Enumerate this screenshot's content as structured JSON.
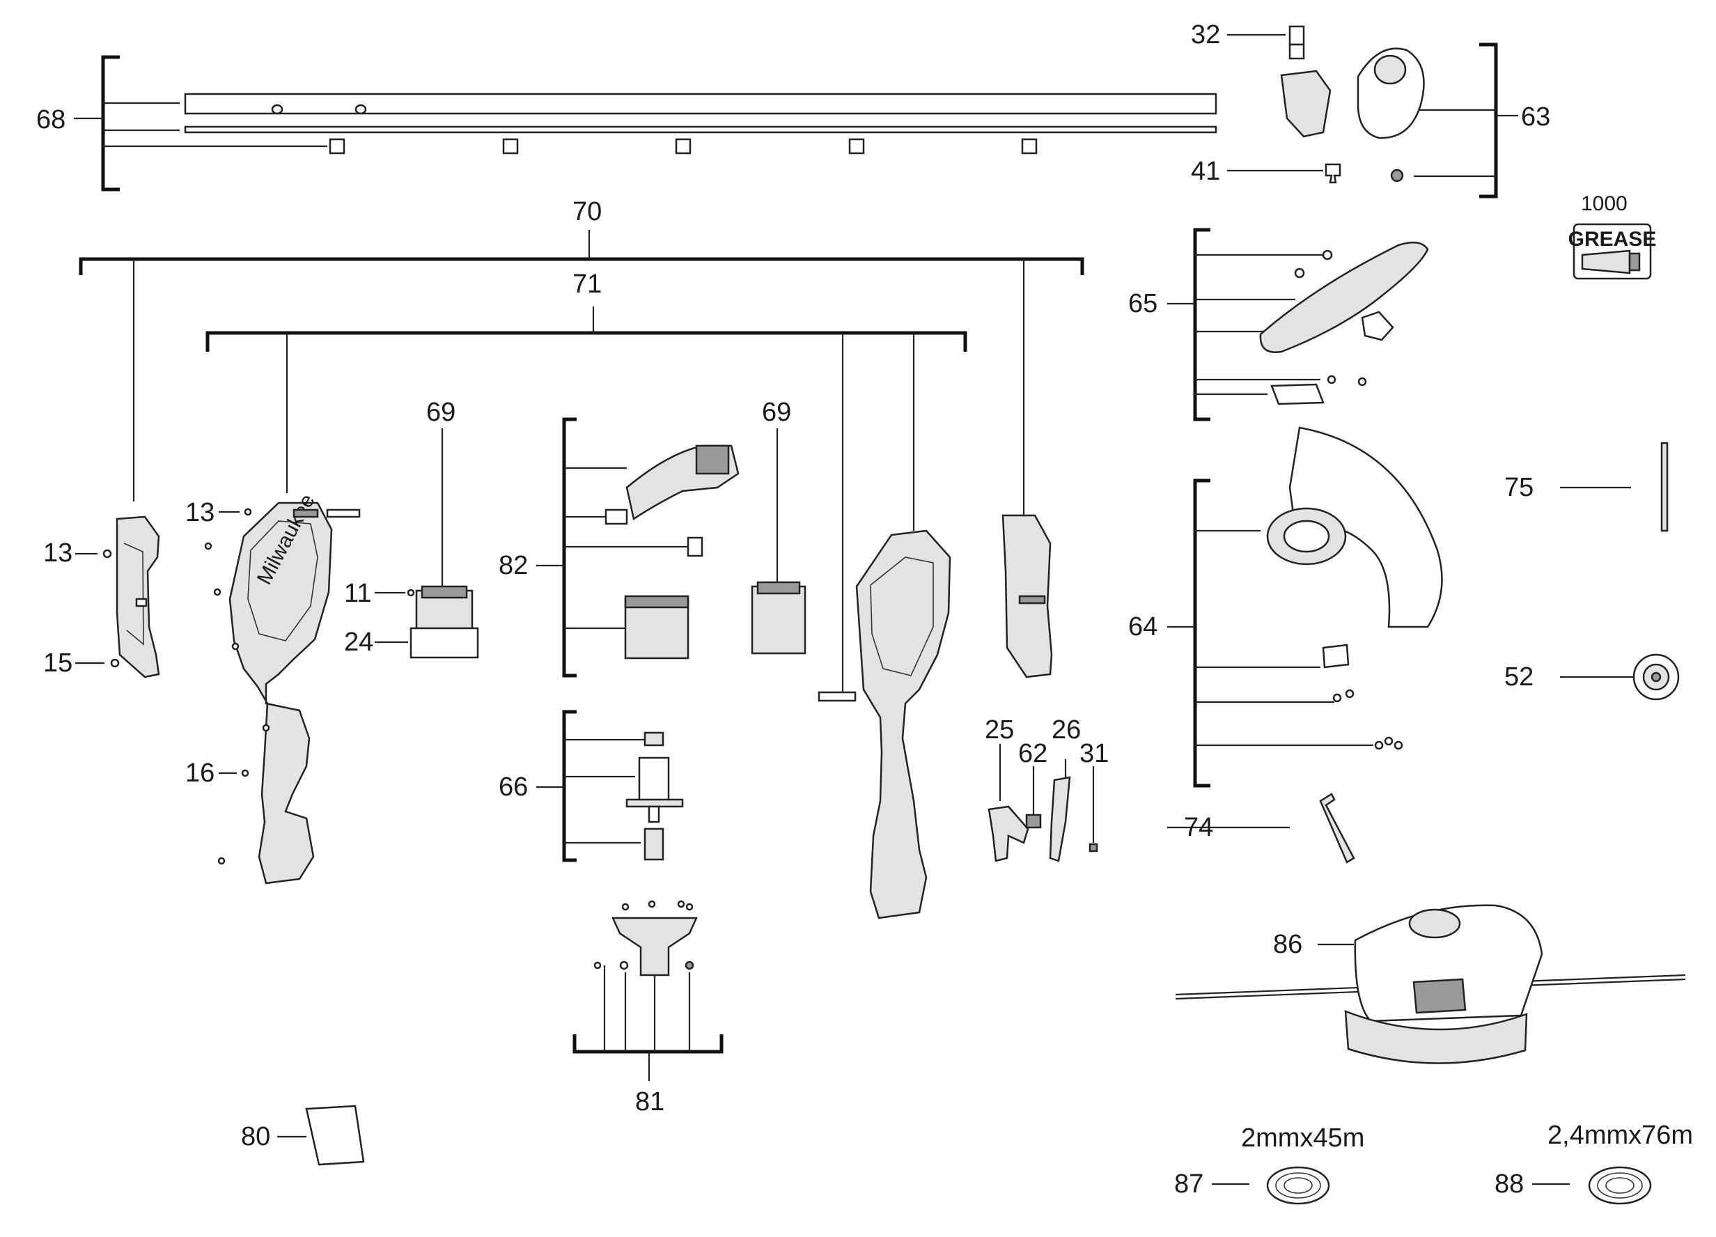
{
  "callouts": {
    "c68": "68",
    "c70": "70",
    "c71": "71",
    "c69a": "69",
    "c69b": "69",
    "c13a": "13",
    "c13b": "13",
    "c15": "15",
    "c16": "16",
    "c11": "11",
    "c24": "24",
    "c82": "82",
    "c66": "66",
    "c81": "81",
    "c80": "80",
    "c25": "25",
    "c62": "62",
    "c26": "26",
    "c31": "31",
    "c32": "32",
    "c63": "63",
    "c41": "41",
    "c65": "65",
    "c64": "64",
    "c75": "75",
    "c52": "52",
    "c74": "74",
    "c86": "86",
    "c87": "87",
    "c88": "88",
    "c1000": "1000"
  },
  "grease_label": "GREASE",
  "line_spec_87": "2mmx45m",
  "line_spec_88": "2,4mmx76m",
  "colors": {
    "line": "#222222",
    "fill_light": "#e3e3e3",
    "fill_dark": "#9a9a9a"
  }
}
